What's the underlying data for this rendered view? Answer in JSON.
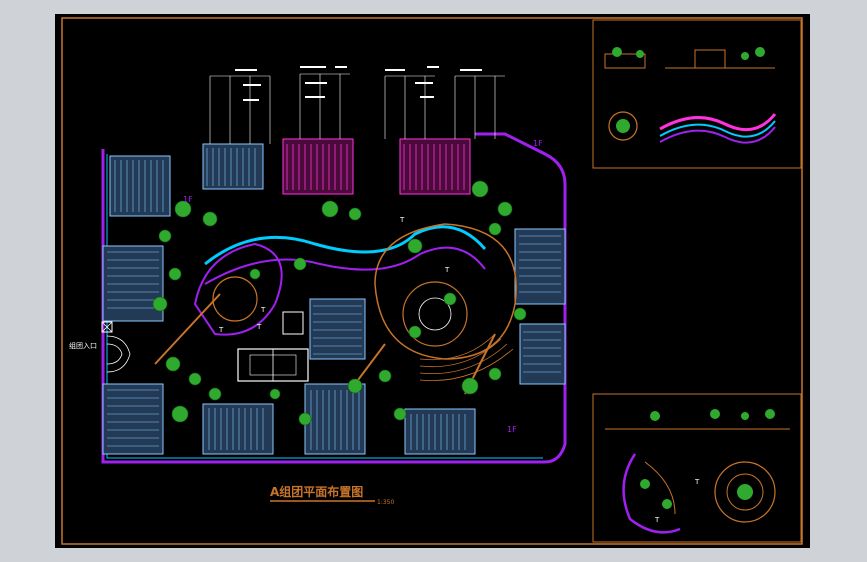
{
  "drawing": {
    "title": "A组团平面布置图",
    "scale": "1:350",
    "entrance_label": "组团入口",
    "floor_labels": [
      "1F",
      "1F",
      "1F"
    ],
    "unit_tags": [
      "T",
      "T",
      "T",
      "T",
      "T",
      "T",
      "T"
    ]
  },
  "colors": {
    "background": "#000000",
    "frame": "#c8742a",
    "outline": "#a020f0",
    "building": "#88c8ff",
    "walkway": "#ff33dd",
    "plant": "#2faa2f",
    "path": "#00ccff",
    "hatch": "#c8742a",
    "text": "#ffffff"
  }
}
